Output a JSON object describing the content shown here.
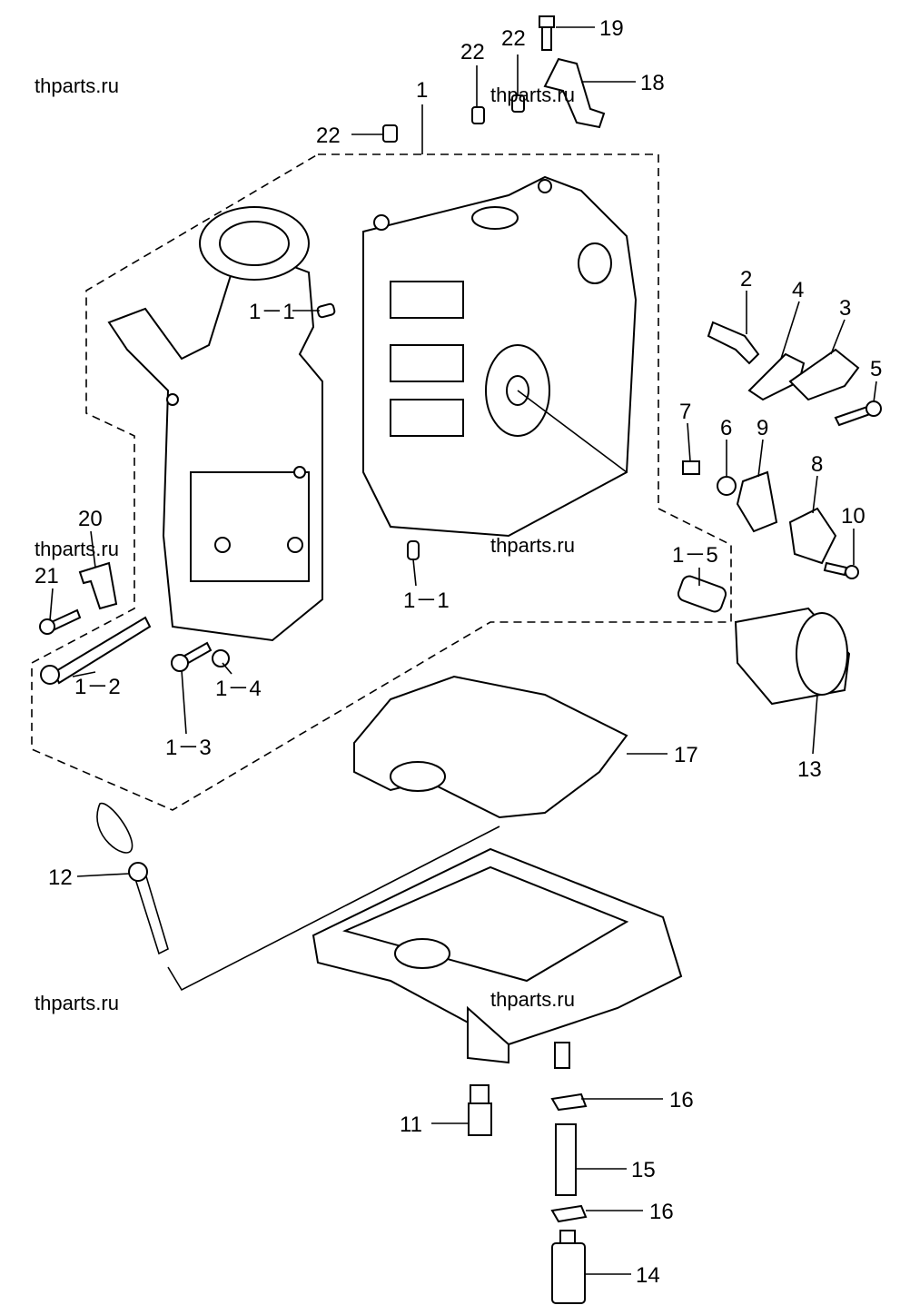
{
  "watermark": "thparts.ru",
  "callouts": {
    "c1": "1",
    "c1_1a": "1－1",
    "c1_1b": "1－1",
    "c1_2": "1－2",
    "c1_3": "1－3",
    "c1_4": "1－4",
    "c1_5": "1－5",
    "c2": "2",
    "c3": "3",
    "c4": "4",
    "c5": "5",
    "c6": "6",
    "c7": "7",
    "c8": "8",
    "c9": "9",
    "c10": "10",
    "c11": "11",
    "c12": "12",
    "c13": "13",
    "c14": "14",
    "c15": "15",
    "c16a": "16",
    "c16b": "16",
    "c17": "17",
    "c18": "18",
    "c19": "19",
    "c20": "20",
    "c21": "21",
    "c22a": "22",
    "c22b": "22",
    "c22c": "22"
  }
}
